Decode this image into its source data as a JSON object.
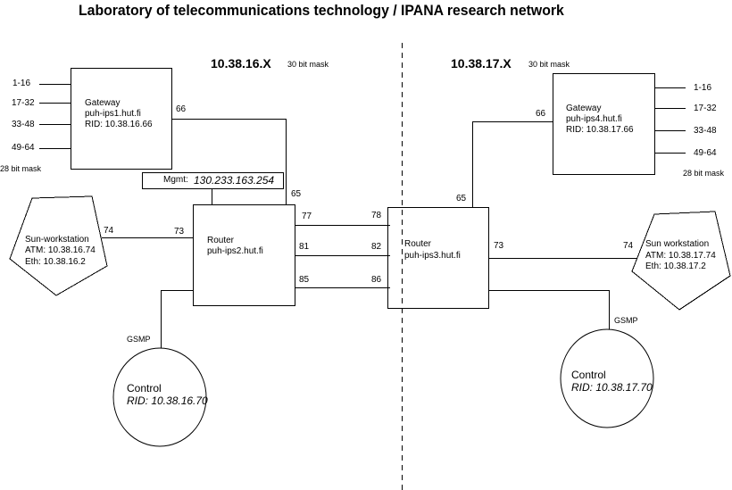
{
  "title": "Laboratory of telecommunications technology / IPANA research network",
  "left_segment": {
    "subnet": "10.38.16.X",
    "subnet_mask": "30 bit mask",
    "gateway": {
      "label": "Gateway",
      "hostname": "puh-ips1.hut.fi",
      "rid": "RID: 10.38.16.66",
      "port": "66",
      "ranges": [
        "1-16",
        "17-32",
        "33-48",
        "49-64"
      ],
      "range_mask": "28 bit mask"
    },
    "mgmt": {
      "label": "Mgmt:",
      "address": "130.233.163.254"
    },
    "router": {
      "label": "Router",
      "hostname": "puh-ips2.hut.fi",
      "port_gateway": "65",
      "port_workstation": "73",
      "trunk_ports": [
        "77",
        "81",
        "85"
      ]
    },
    "workstation": {
      "label": "Sun-workstation",
      "atm": "ATM: 10.38.16.74",
      "eth": "Eth: 10.38.16.2",
      "port": "74"
    },
    "control": {
      "link_label": "GSMP",
      "label": "Control",
      "rid": "RID: 10.38.16.70"
    }
  },
  "right_segment": {
    "subnet": "10.38.17.X",
    "subnet_mask": "30 bit mask",
    "gateway": {
      "label": "Gateway",
      "hostname": "puh-ips4.hut.fi",
      "rid": "RID: 10.38.17.66",
      "port": "66",
      "ranges": [
        "1-16",
        "17-32",
        "33-48",
        "49-64"
      ],
      "range_mask": "28 bit mask"
    },
    "router": {
      "label": "Router",
      "hostname": "puh-ips3.hut.fi",
      "port_gateway": "65",
      "port_workstation": "73",
      "trunk_ports": [
        "78",
        "82",
        "86"
      ]
    },
    "workstation": {
      "label": "Sun workstation",
      "atm": "ATM: 10.38.17.74",
      "eth": "Eth: 10.38.17.2",
      "port": "74"
    },
    "control": {
      "link_label": "GSMP",
      "label": "Control",
      "rid": "RID: 10.38.17.70"
    }
  }
}
